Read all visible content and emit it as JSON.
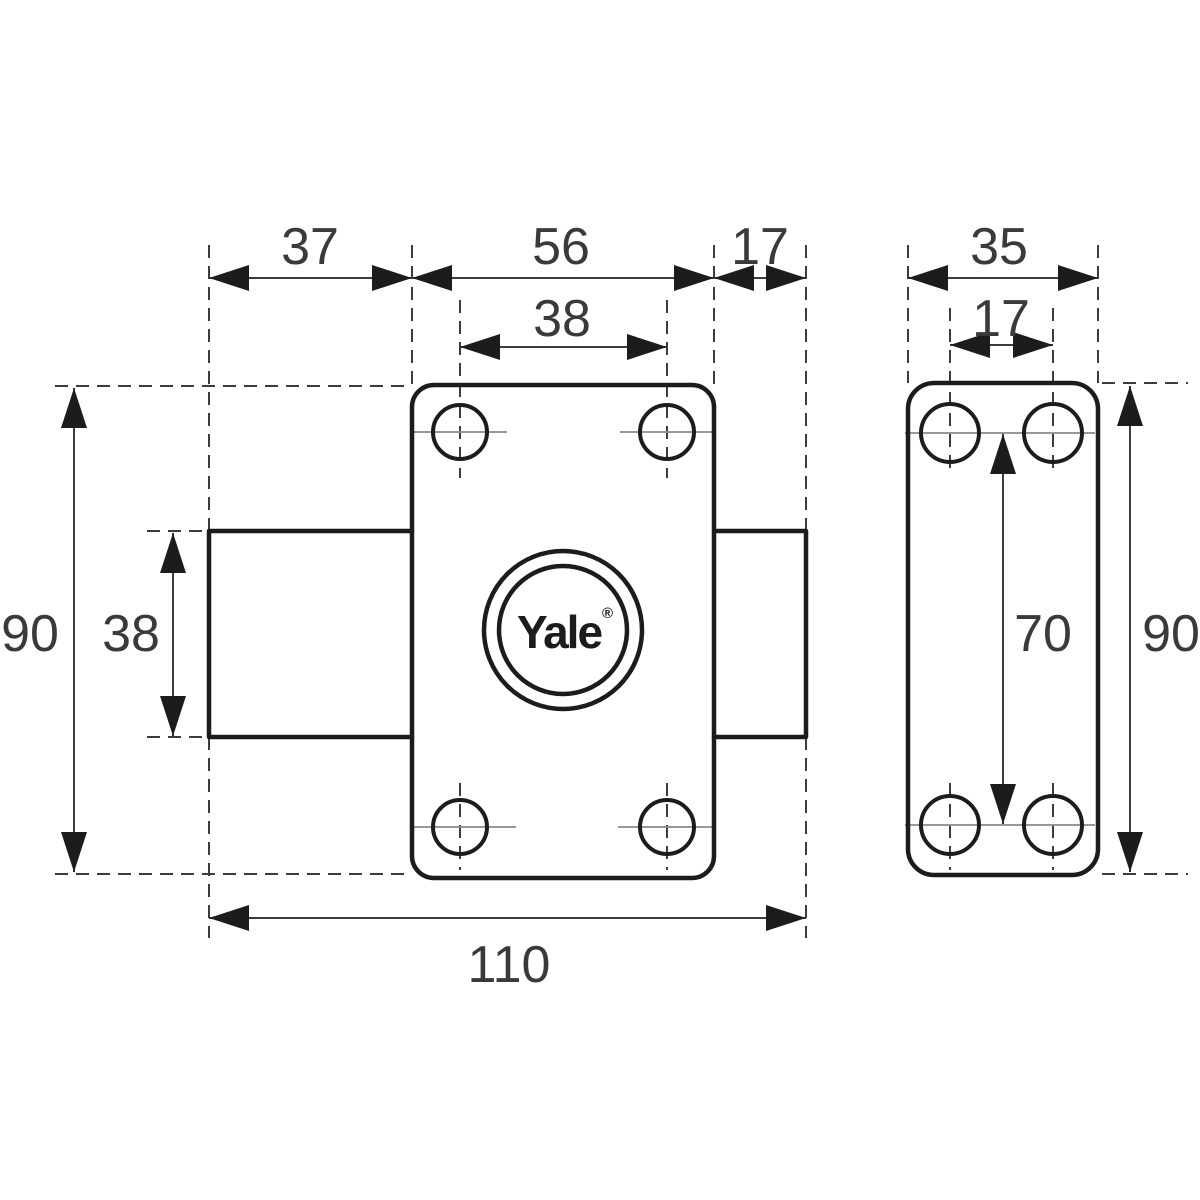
{
  "logo": {
    "brand": "Yale",
    "registered": "®"
  },
  "front_view": {
    "dim_left_offset": "37",
    "dim_plate_width": "56",
    "dim_right_offset": "17",
    "dim_hole_spacing": "38",
    "dim_body_height": "90",
    "dim_cylinder_height": "38",
    "dim_total_length": "110"
  },
  "side_view": {
    "dim_width": "35",
    "dim_hole_offset": "17",
    "dim_hole_spacing_vertical": "70",
    "dim_height": "90"
  },
  "colors": {
    "object_line": "#1c1c1c",
    "dimension_line": "#3c3c3c",
    "centerline": "#8a8a8a",
    "background": "#ffffff"
  }
}
